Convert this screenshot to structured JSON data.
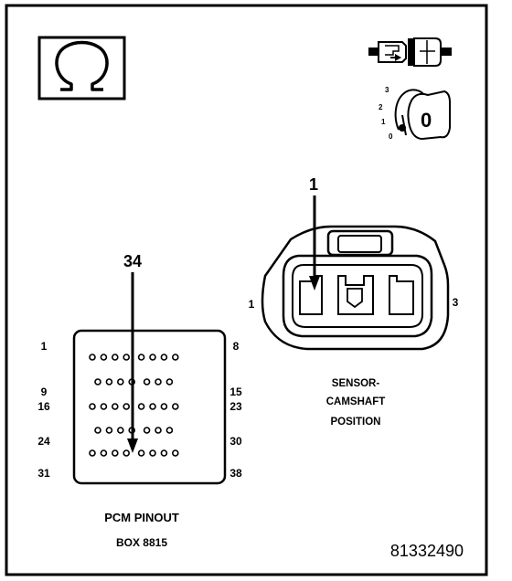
{
  "tester": {
    "icon": "ohmmeter-icon",
    "symbol": "Ω"
  },
  "connectors_icon": "connector-pair-icon",
  "ignition_switch": {
    "icon": "ignition-key-icon",
    "positions": [
      "3",
      "2",
      "1",
      "0"
    ],
    "key_label": "0"
  },
  "sensor_connector": {
    "pointer_pin": "1",
    "left_pin": "1",
    "right_pin": "3",
    "caption": [
      "SENSOR-",
      "CAMSHAFT",
      "POSITION"
    ]
  },
  "pcm_connector": {
    "pointer_pin": "34",
    "row_start_labels": [
      "1",
      "9",
      "16",
      "24",
      "31"
    ],
    "row_end_labels": [
      "8",
      "15",
      "23",
      "30",
      "38"
    ],
    "row_pin_counts": [
      8,
      7,
      8,
      7,
      8
    ],
    "highlighted_pin": 34,
    "caption": [
      "PCM PINOUT",
      "BOX 8815"
    ]
  },
  "figure_number": "81332490"
}
